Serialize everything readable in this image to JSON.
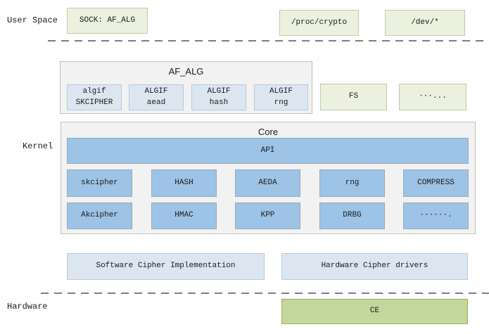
{
  "layers": {
    "user_space_label": "User Space",
    "kernel_label": "Kernel",
    "hardware_label": "Hardware"
  },
  "user_space": {
    "sock_af_alg": "SOCK: AF_ALG",
    "proc_crypto": "/proc/crypto",
    "dev_star": "/dev/*"
  },
  "kernel": {
    "af_alg": {
      "title": "AF_ALG",
      "modules": [
        {
          "line1": "algif",
          "line2": "SKCIPHER"
        },
        {
          "line1": "ALGIF",
          "line2": "aead"
        },
        {
          "line1": "ALGIF",
          "line2": "hash"
        },
        {
          "line1": "ALGIF",
          "line2": "rng"
        }
      ]
    },
    "fs": "FS",
    "fs_more": "···...",
    "core": {
      "title": "Core",
      "api": "API",
      "row1": [
        "skcipher",
        "HASH",
        "AEDA",
        "rng",
        "COMPRESS"
      ],
      "row2": [
        "Akcipher",
        "HMAC",
        "KPP",
        "DRBG",
        "······."
      ]
    },
    "software_impl": "Software Cipher Implementation",
    "hardware_drivers": "Hardware Cipher drivers"
  },
  "hardware": {
    "ce": "CE"
  },
  "colors": {
    "pale_green": "#ebf1de",
    "ce_green": "#c3d69b",
    "module_blue": "#9dc3e6",
    "light_blue": "#dce6f1",
    "container_gray": "#f2f2f2",
    "dash_gray": "#7f7f7f"
  }
}
